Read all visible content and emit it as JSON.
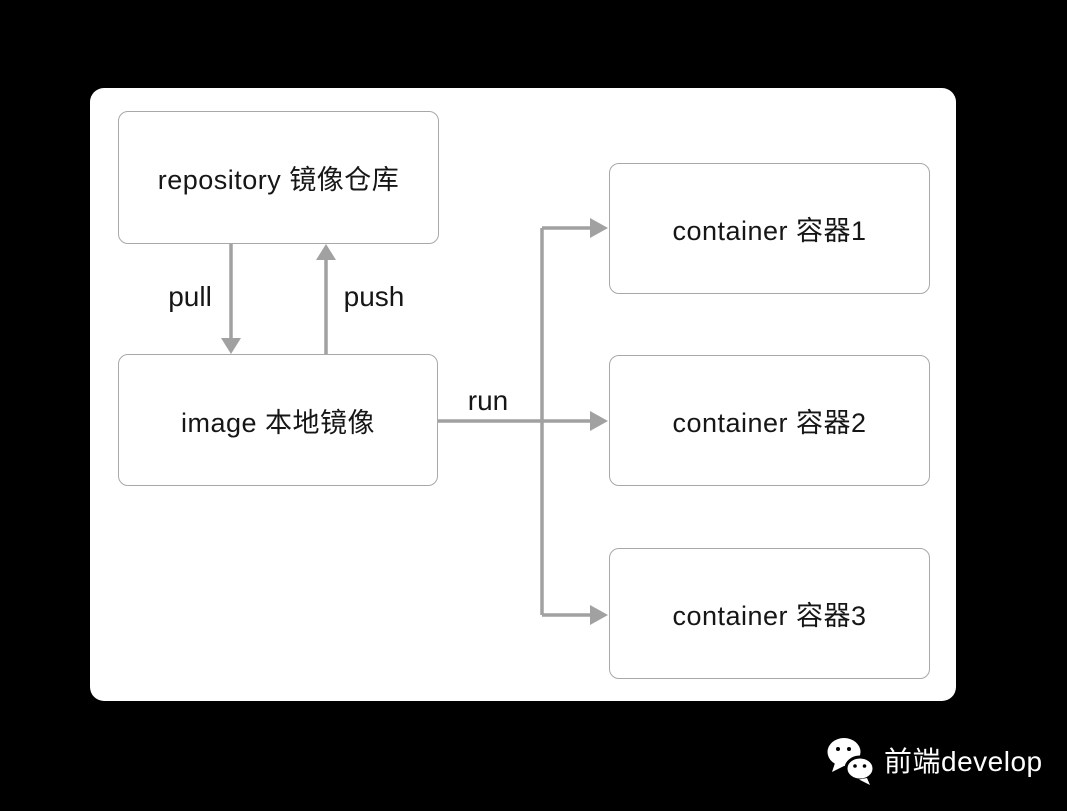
{
  "diagram": {
    "nodes": [
      {
        "id": "repository",
        "label": "repository 镜像仓库"
      },
      {
        "id": "image",
        "label": "image 本地镜像"
      },
      {
        "id": "container1",
        "label": "container 容器1"
      },
      {
        "id": "container2",
        "label": "container 容器2"
      },
      {
        "id": "container3",
        "label": "container 容器3"
      }
    ],
    "edges": [
      {
        "from": "repository",
        "to": "image",
        "label": "pull"
      },
      {
        "from": "image",
        "to": "repository",
        "label": "push"
      },
      {
        "from": "image",
        "to": "container1, container2, container3",
        "label": "run"
      }
    ]
  },
  "footer": {
    "brand": "前端develop",
    "icon": "wechat-icon"
  },
  "colors": {
    "background": "#000000",
    "canvas": "#ffffff",
    "arrow": "#a1a1a1",
    "node_border": "#a8a8a8",
    "node_text": "#161616",
    "footer_text": "#fefefe"
  }
}
